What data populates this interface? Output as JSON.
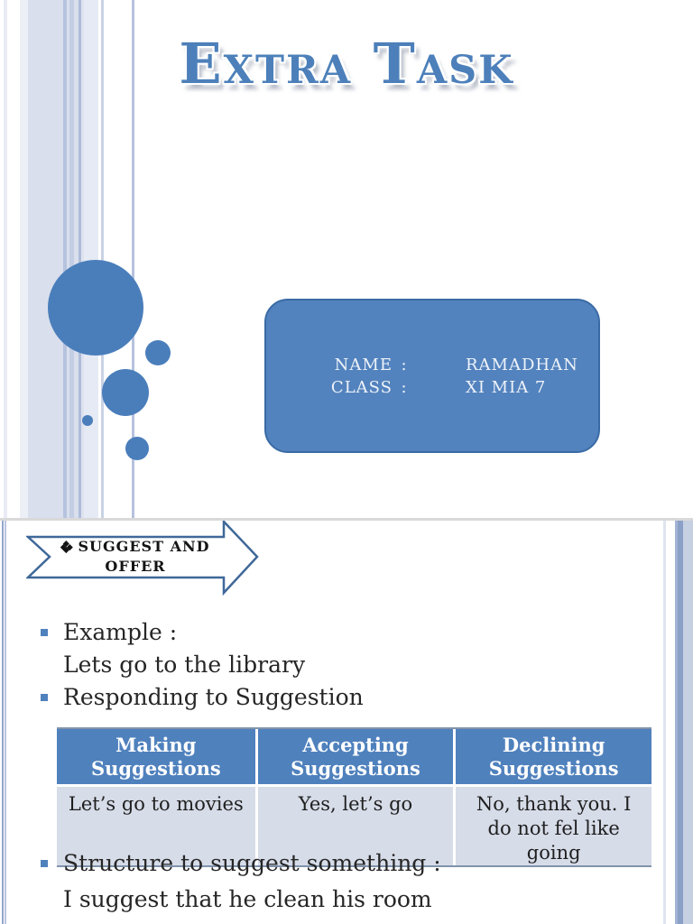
{
  "slide1": {
    "title": "Extra Task",
    "info_box": {
      "rows": [
        {
          "label": "NAME",
          "separator": ":",
          "value": "RAMADHAN"
        },
        {
          "label": "CLASS",
          "separator": ":",
          "value": "XI MIA 7"
        }
      ]
    }
  },
  "slide2": {
    "banner_label": {
      "icon": "diamond-cluster-icon",
      "line1": "SUGGEST AND",
      "line2": "OFFER"
    },
    "list_top": {
      "items": [
        {
          "text": "Example :",
          "bulleted": true
        },
        {
          "text": "Lets go to the library",
          "bulleted": false
        },
        {
          "text": "Responding to Suggestion",
          "bulleted": true
        }
      ]
    },
    "table": {
      "headers": [
        "Making Suggestions",
        "Accepting Suggestions",
        "Declining Suggestions"
      ],
      "row": [
        "Let’s go to movies",
        "Yes, let’s go",
        "No, thank  you. I do not fel like going"
      ]
    },
    "list_bottom": {
      "items": [
        {
          "text": "Structure to suggest something :",
          "bulleted": true
        },
        {
          "text": "I suggest that he clean his room",
          "bulleted": false
        }
      ]
    }
  },
  "colors": {
    "accent_blue": "#4f81bd",
    "circle_blue": "#4a7ebb",
    "info_box_fill": "#5383be",
    "info_box_border": "#3a6ba5",
    "table_header_bg": "#4f81bd",
    "table_row_bg": "#d6dce8",
    "arrow_border": "#3f6899",
    "title_blue": "#4d80ba"
  }
}
